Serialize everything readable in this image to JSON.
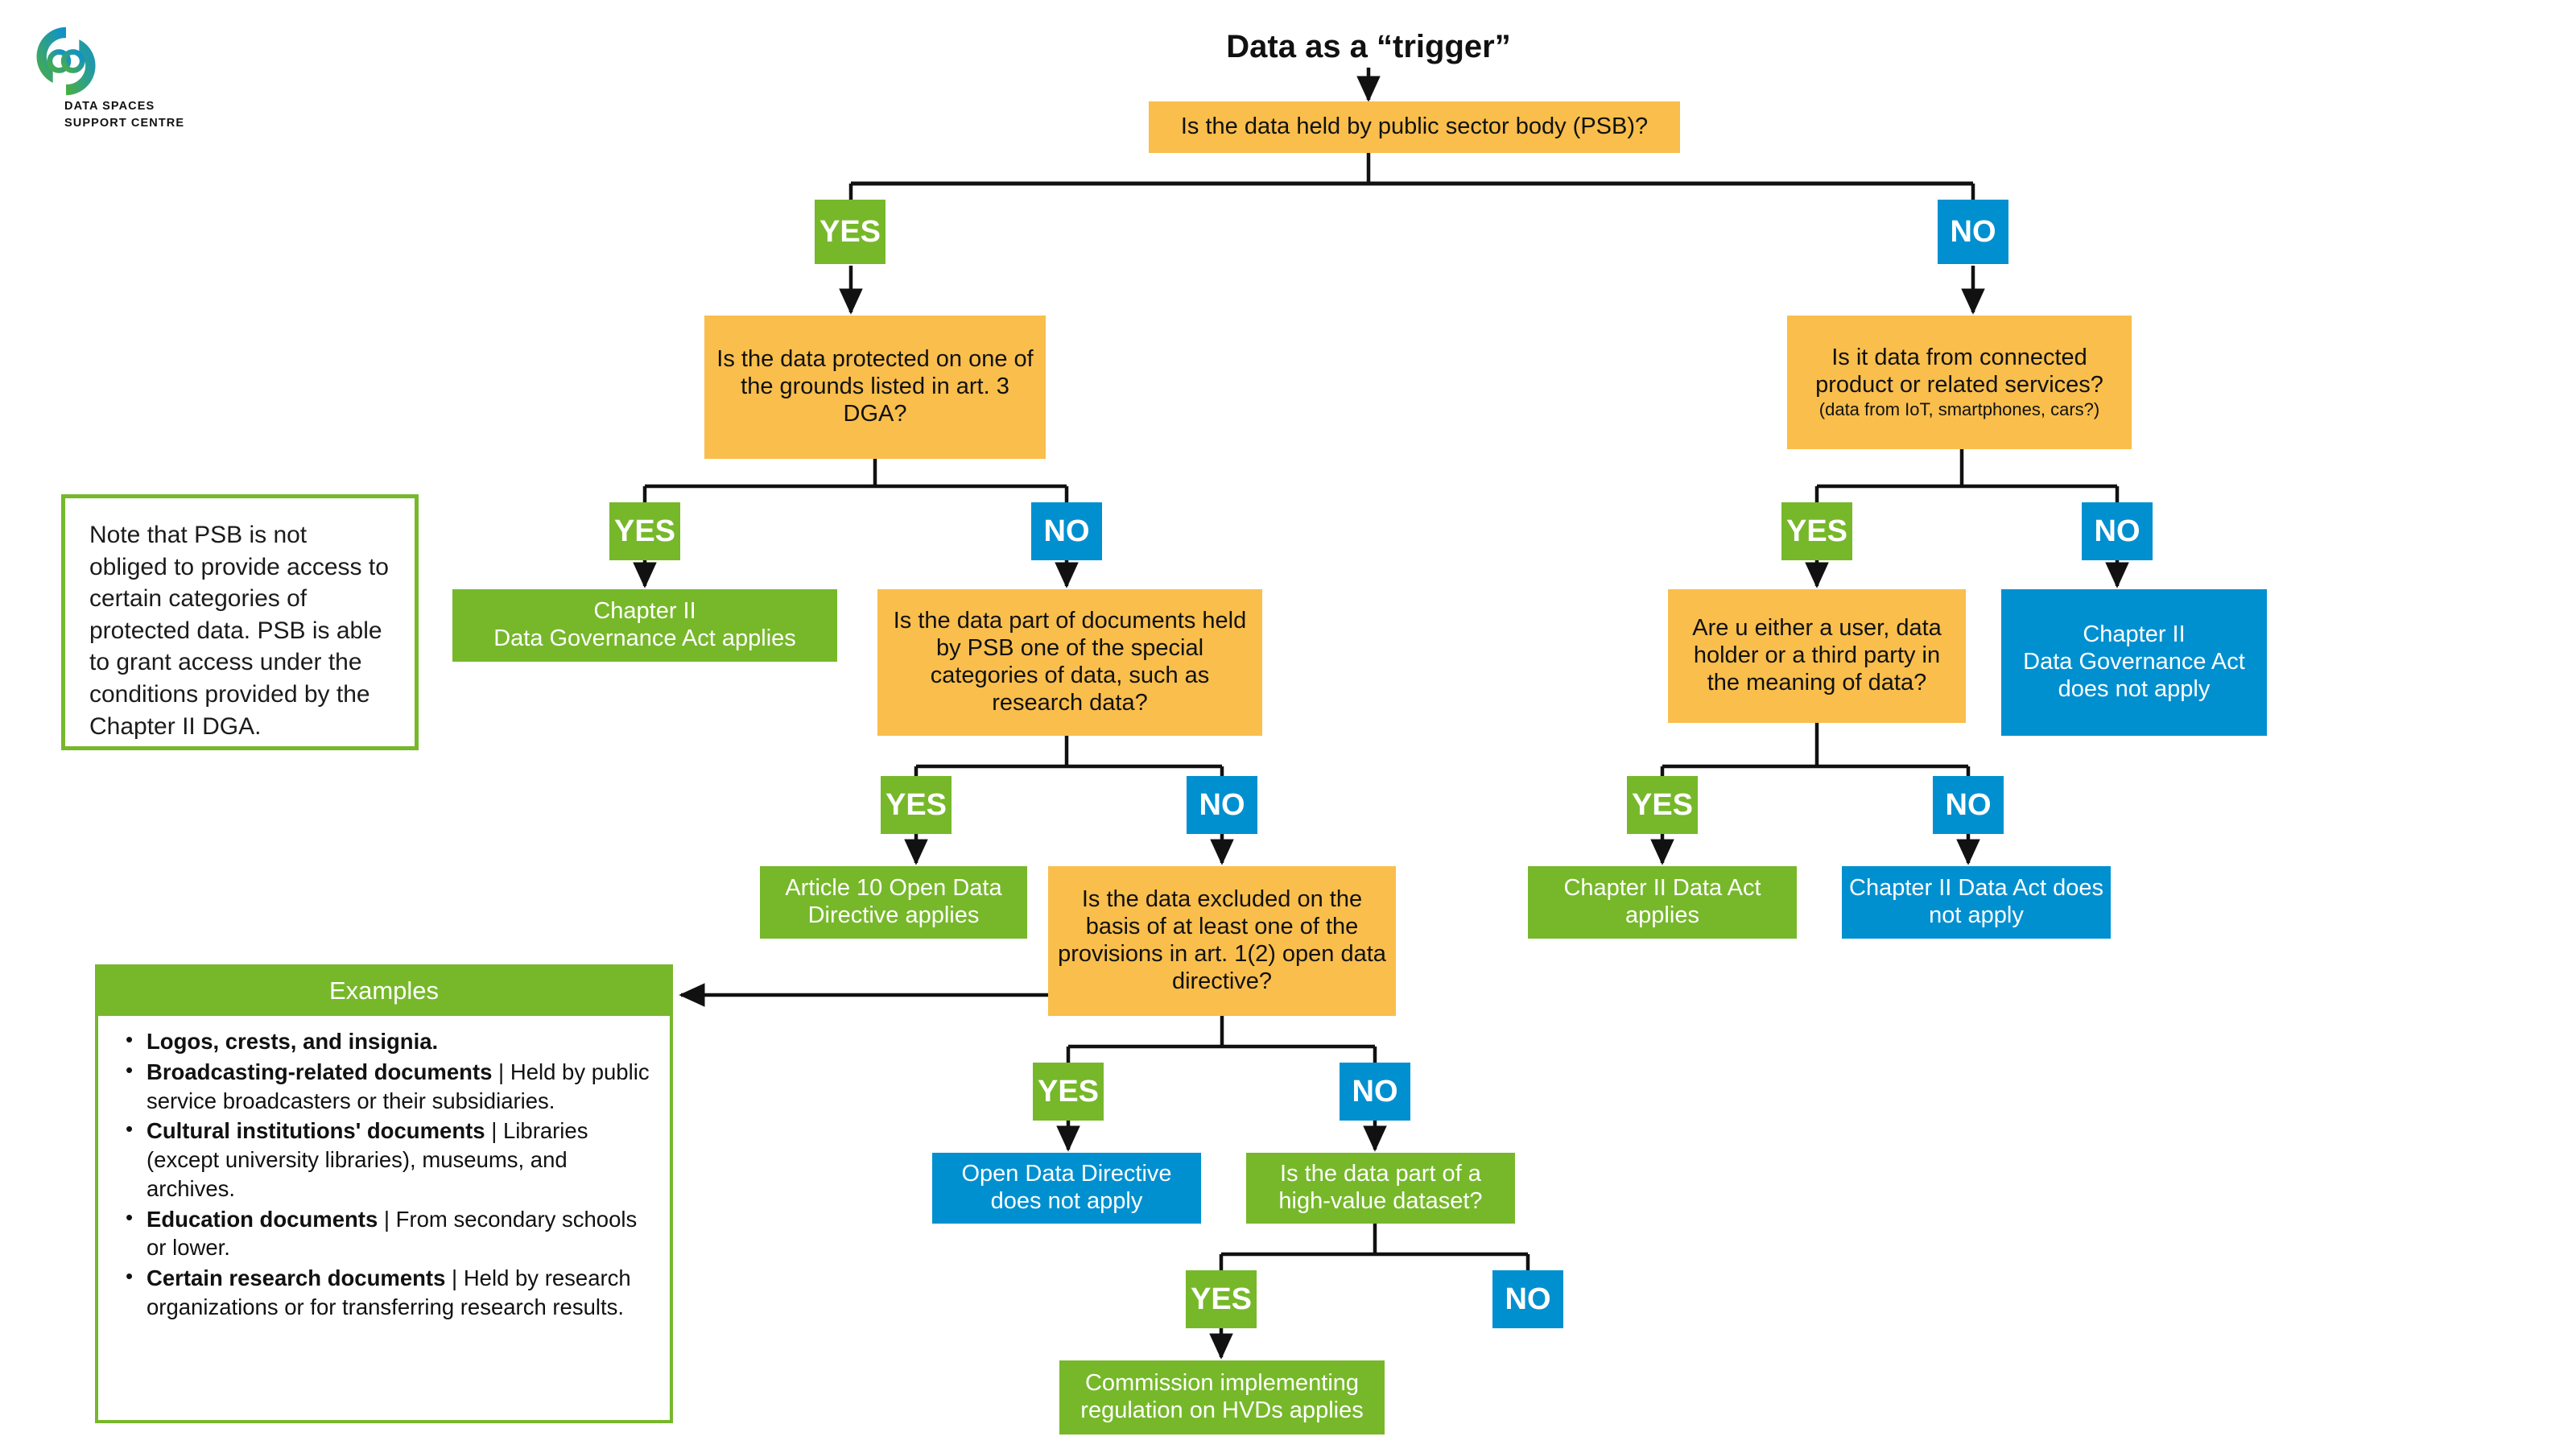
{
  "title": "Data as a “trigger”",
  "logo": {
    "name": "data-spaces-support-centre-logo",
    "line1": "DATA SPACES",
    "line2": "SUPPORT CENTRE"
  },
  "colors": {
    "question": "#F9BE4C",
    "yes": "#76B82A",
    "no": "#0090D0",
    "edge": "#111111",
    "text_dark": "#111111",
    "text_light": "#FFFFFF"
  },
  "labels": {
    "yes": "YES",
    "no": "NO"
  },
  "nodes": {
    "root_question": "Is the data held by public sector body (PSB)?",
    "psb_protected": "Is the data protected on one of the grounds listed in art. 3 DGA?",
    "connected_product": "Is it data from connected product or related services?",
    "connected_product_sub": "(data from IoT, smartphones, cars?)",
    "dga_applies": "Chapter II\nData Governance Act applies",
    "special_categories": "Is the data part of documents held by PSB one of the special categories of data, such as research data?",
    "user_holder_third_party": "Are u either a user, data holder or a third party in the meaning of data?",
    "dga_not_apply": "Chapter II\nData Governance Act does not apply",
    "article10": "Article 10 Open Data Directive applies",
    "excluded_provisions": "Is the data excluded on the basis of at least one of the provisions in art. 1(2) open data directive?",
    "data_act_applies": "Chapter II Data Act applies",
    "data_act_not_apply": "Chapter II Data Act does not apply",
    "odd_not_apply": "Open Data Directive does not apply",
    "high_value_dataset": "Is the data part of a high-value dataset?",
    "hvd_regulation": "Commission implementing regulation on HVDs applies"
  },
  "note_box": {
    "text": "Note that PSB is not obliged to provide access to certain categories of protected data. PSB is able to grant access under the conditions provided by the Chapter II DGA."
  },
  "examples_box": {
    "header": "Examples",
    "items": [
      {
        "bold": "Logos, crests, and insignia.",
        "rest": ""
      },
      {
        "bold": "Broadcasting-related documents",
        "rest": " | Held by public service broadcasters or their subsidiaries."
      },
      {
        "bold": "Cultural institutions' documents",
        "rest": " | Libraries (except university libraries), museums, and archives."
      },
      {
        "bold": "Education documents",
        "rest": " | From secondary schools or lower."
      },
      {
        "bold": "Certain research documents",
        "rest": " | Held by research organizations or for transferring research results."
      }
    ]
  }
}
